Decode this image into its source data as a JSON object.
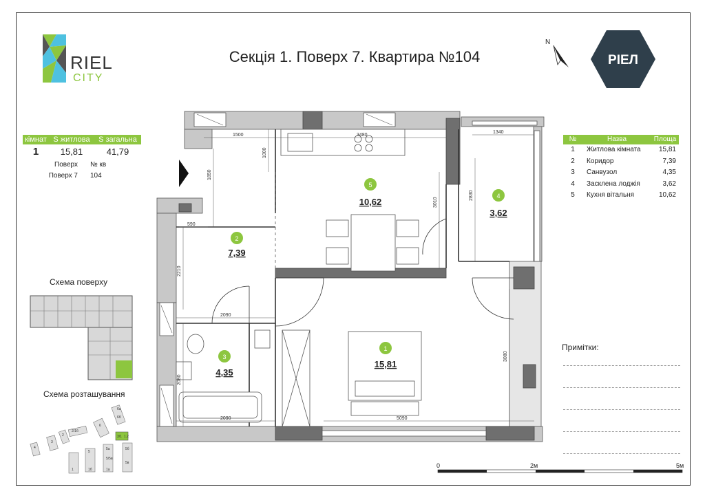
{
  "title": "Секція 1. Поверх 7. Квартира №104",
  "logo_left": {
    "line1": "RIEL",
    "line2": "CITY"
  },
  "logo_right": {
    "text": "РІЕЛ"
  },
  "north": {
    "label": "N"
  },
  "summary": {
    "headers": [
      "кімнат",
      "S житлова",
      "S загальна"
    ],
    "values": [
      "1",
      "15,81",
      "41,79"
    ],
    "floor_label": "Поверх",
    "apt_label": "№ кв",
    "floor_value": "Поверх 7",
    "apt_value": "104"
  },
  "legend": {
    "headers": [
      "№",
      "Назва",
      "Площа"
    ],
    "rows": [
      {
        "n": "1",
        "name": "Житлова кімната",
        "area": "15,81"
      },
      {
        "n": "2",
        "name": "Коридор",
        "area": "7,39"
      },
      {
        "n": "3",
        "name": "Санвузол",
        "area": "4,35"
      },
      {
        "n": "4",
        "name": "Засклена лоджія",
        "area": "3,62"
      },
      {
        "n": "5",
        "name": "Кухня вітальня",
        "area": "10,62"
      }
    ]
  },
  "floor_scheme_label": "Схема поверху",
  "site_scheme_label": "Схема розташування",
  "notes_label": "Примітки:",
  "rooms": [
    {
      "n": "1",
      "area": "15,81"
    },
    {
      "n": "2",
      "area": "7,39"
    },
    {
      "n": "3",
      "area": "4,35"
    },
    {
      "n": "4",
      "area": "3,62"
    },
    {
      "n": "5",
      "area": "10,62"
    }
  ],
  "dimensions": [
    "1500",
    "3480",
    "1340",
    "1000",
    "1850",
    "590",
    "3010",
    "2830",
    "2210",
    "2090",
    "2080",
    "2090",
    "5090",
    "3080"
  ],
  "scale": {
    "t0": "0",
    "t2": "2м",
    "t5": "5м"
  },
  "site_labels": [
    "4",
    "3",
    "2",
    "1",
    "1б",
    "1а",
    "2/1б",
    "5",
    "5а",
    "5б",
    "5в",
    "6",
    "6а",
    "6б",
    "5/5в",
    "3/1",
    "1.2"
  ],
  "colors": {
    "accent": "#8dc63f",
    "brand_dark": "#2f3f4b",
    "wall": "#c8c8c8",
    "wall_dark": "#707070"
  }
}
